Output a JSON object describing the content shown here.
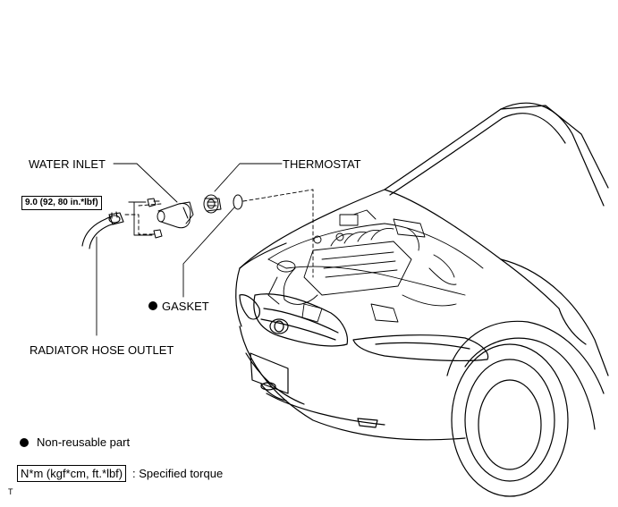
{
  "labels": {
    "water_inlet": "WATER INLET",
    "thermostat": "THERMOSTAT",
    "gasket": "GASKET",
    "radiator_hose_outlet": "RADIATOR HOSE OUTLET",
    "torque_value": "9.0 (92, 80 in.*lbf)"
  },
  "legend": {
    "non_reusable": "Non-reusable part",
    "torque_unit": "N*m (kgf*cm, ft.*lbf)",
    "torque_desc": ": Specified torque"
  },
  "corner_mark": "T",
  "icons": {
    "non_reusable": "filled-circle-icon"
  }
}
